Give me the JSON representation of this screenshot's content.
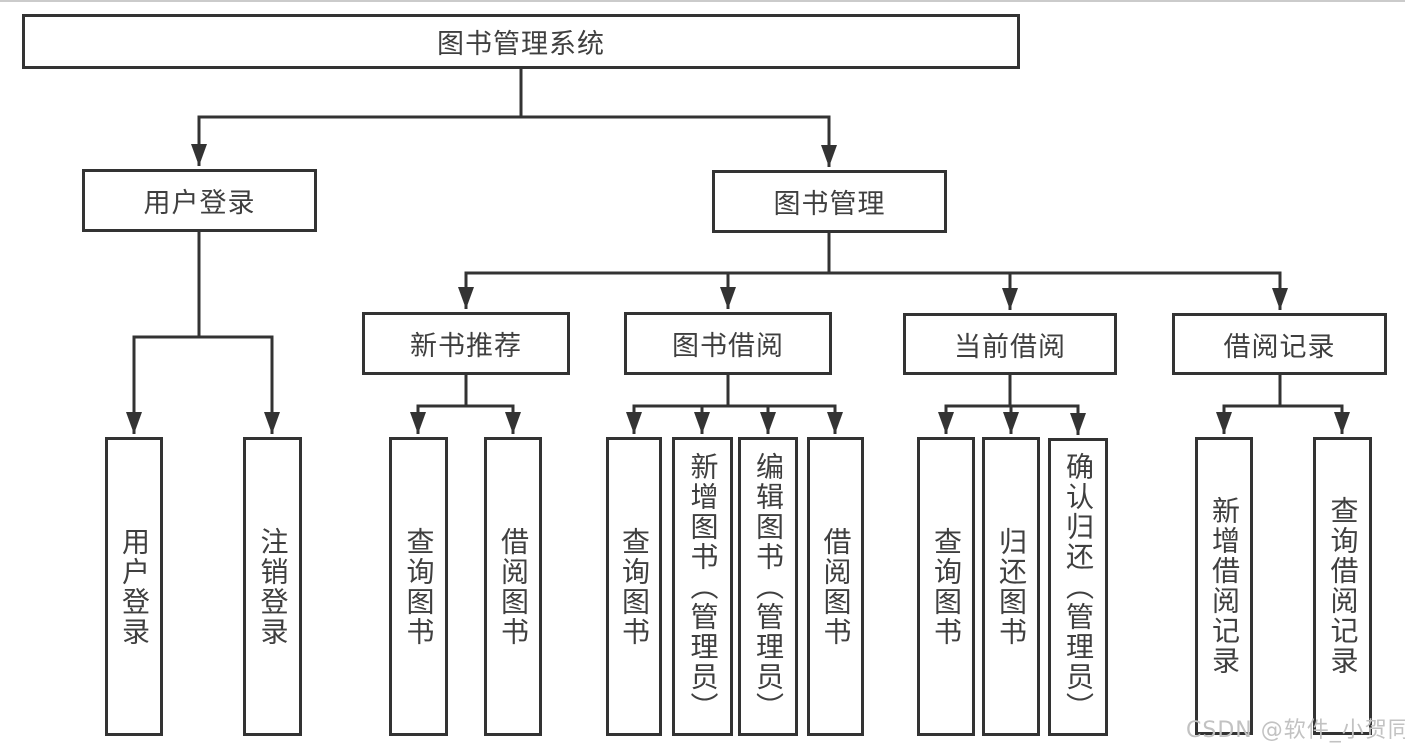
{
  "colors": {
    "line": "#333333",
    "text": "#3f3f3f",
    "box_background": "#ffffff",
    "watermark": "#c2c2c2",
    "page_background": "#ffffff",
    "top_edge": "#cbcbcb"
  },
  "watermark": "CSDN @软件_小贺同学",
  "tree": {
    "root": {
      "label": "图书管理系统",
      "children": {
        "user_login": {
          "label": "用户登录",
          "children": {
            "login": {
              "label": "用户登录"
            },
            "logout": {
              "label": "注销登录"
            }
          }
        },
        "book_mgmt": {
          "label": "图书管理",
          "children": {
            "new_book_rec": {
              "label": "新书推荐",
              "children": {
                "query_books": {
                  "label": "查询图书"
                },
                "borrow_books": {
                  "label": "借阅图书"
                }
              }
            },
            "book_borrow": {
              "label": "图书借阅",
              "children": {
                "query_books": {
                  "label": "查询图书"
                },
                "add_books": {
                  "label": "新增图书（管理员）"
                },
                "edit_books": {
                  "label": "编辑图书（管理员）"
                },
                "borrow_books": {
                  "label": "借阅图书"
                }
              }
            },
            "current_borrow": {
              "label": "当前借阅",
              "children": {
                "query_books": {
                  "label": "查询图书"
                },
                "return_books": {
                  "label": "归还图书"
                },
                "confirm_return": {
                  "label": "确认归还（管理员）"
                }
              }
            },
            "borrow_record": {
              "label": "借阅记录",
              "children": {
                "add_record": {
                  "label": "新增借阅记录"
                },
                "query_record": {
                  "label": "查询借阅记录"
                }
              }
            }
          }
        }
      }
    }
  }
}
